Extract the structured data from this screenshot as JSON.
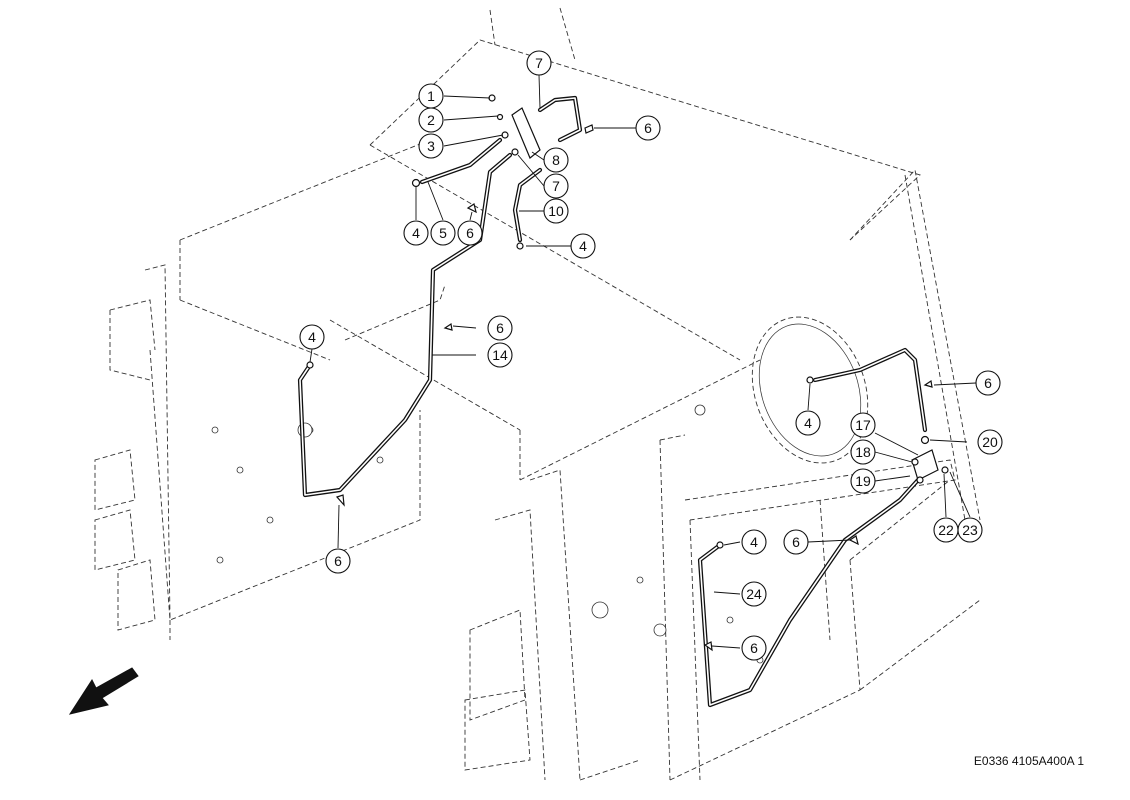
{
  "reference_code": "E0336 4105A400A 1",
  "callouts": [
    "1",
    "2",
    "3",
    "4",
    "5",
    "6",
    "7",
    "8",
    "10",
    "14",
    "17",
    "18",
    "19",
    "20",
    "22",
    "23",
    "24"
  ],
  "icons": {
    "direction_arrow": "direction-arrow-icon"
  }
}
